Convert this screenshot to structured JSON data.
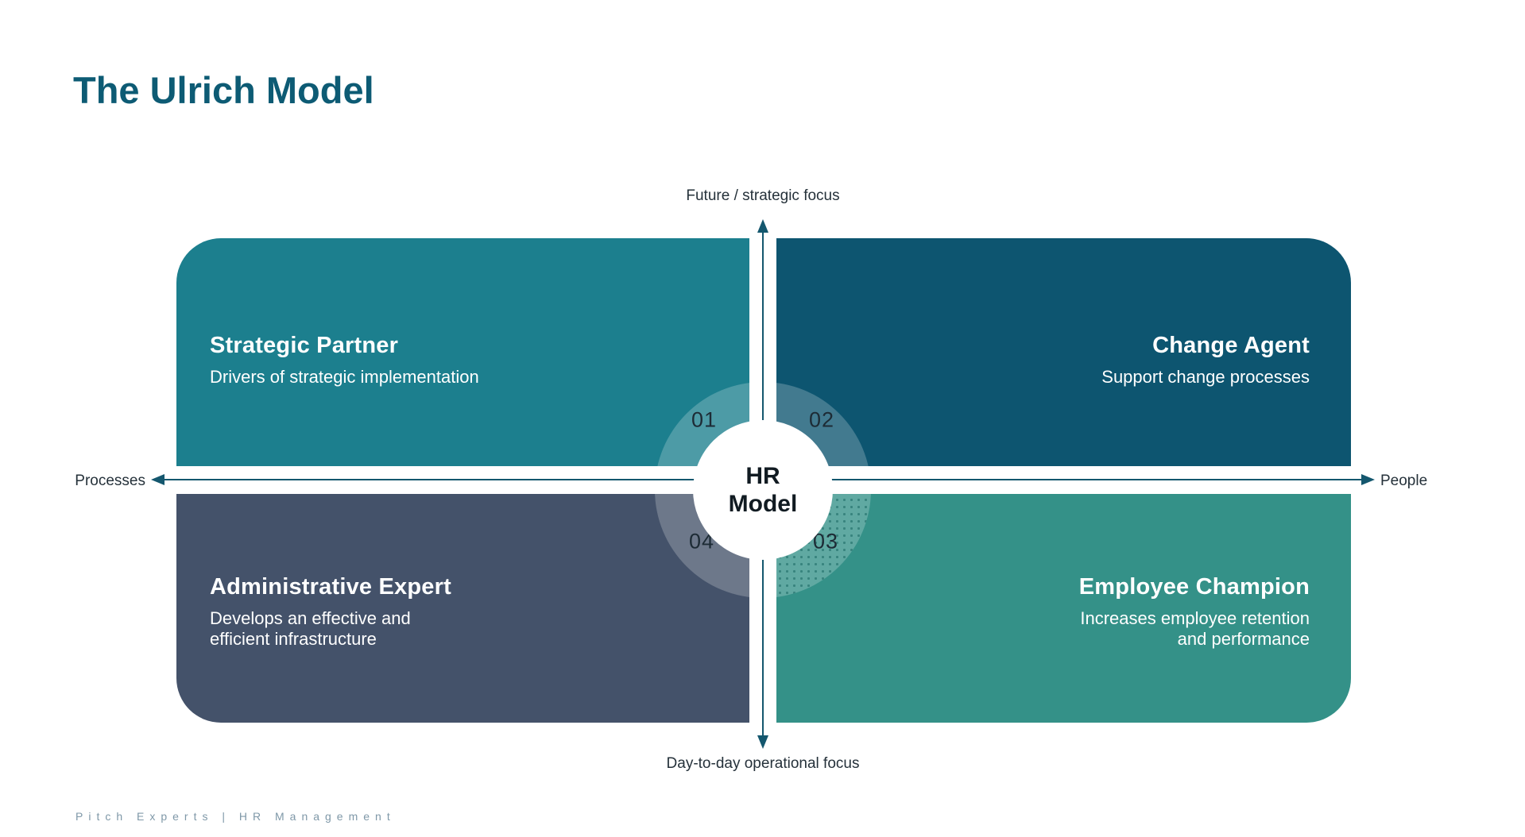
{
  "slide": {
    "title": "The Ulrich Model",
    "footer": "Pitch Experts | HR Management"
  },
  "axes": {
    "top": "Future / strategic focus",
    "bottom": "Day-to-day operational focus",
    "left": "Processes",
    "right": "People"
  },
  "center": {
    "line1": "HR",
    "line2": "Model"
  },
  "quadrants": [
    {
      "number": "01",
      "position": "top-left",
      "title": "Strategic Partner",
      "description": "Drivers of strategic implementation",
      "color": "#1c7f8e"
    },
    {
      "number": "02",
      "position": "top-right",
      "title": "Change Agent",
      "description": "Support change processes",
      "color": "#0d5570"
    },
    {
      "number": "03",
      "position": "bottom-right",
      "title": "Employee Champion",
      "description": "Increases employee retention\nand performance",
      "color": "#349188"
    },
    {
      "number": "04",
      "position": "bottom-left",
      "title": "Administrative Expert",
      "description": "Develops an effective and\nefficient infrastructure",
      "color": "#44526a"
    }
  ],
  "colors": {
    "title": "#0d5b74",
    "axis_line": "#14576e",
    "axis_label": "#25313a",
    "ring_overlay": "rgba(255,255,255,0.22)",
    "ring_dots": "rgba(16,95,90,0.5)",
    "center_text": "#111b22",
    "footer": "#7f98a8",
    "background": "#ffffff"
  }
}
